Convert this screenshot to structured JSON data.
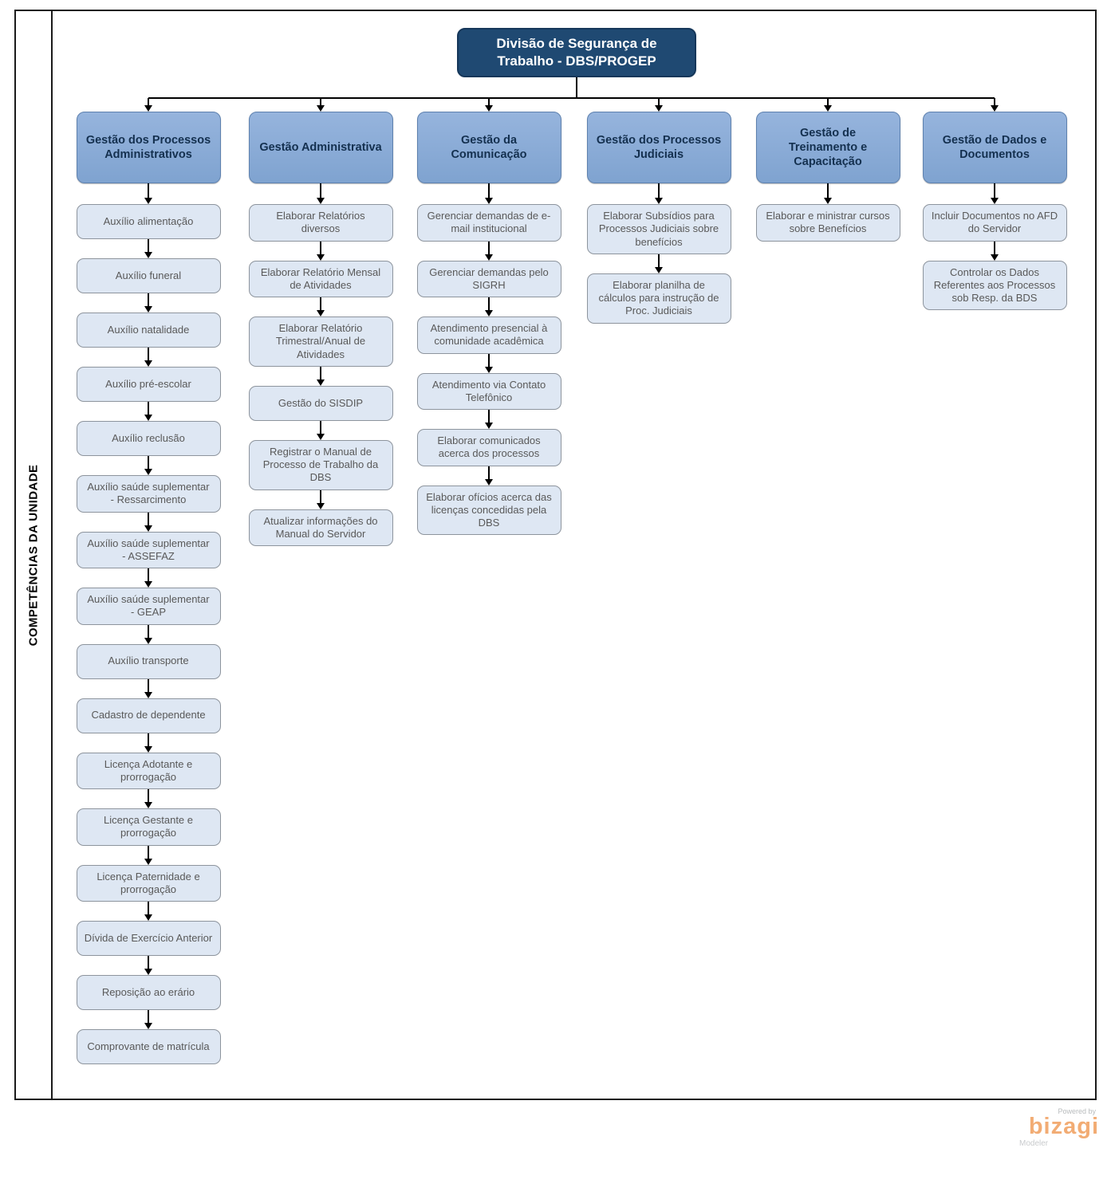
{
  "root": {
    "title": "Divisão de Segurança de Trabalho - DBS/PROGEP"
  },
  "lane": {
    "label": "COMPETÊNCIAS DA UNIDADE"
  },
  "colors": {
    "root_fill": "#1F4972",
    "header_fill": "#8CACD7",
    "task_fill": "#DEE7F3",
    "task_text": "#595959",
    "brand_orange": "#F2AC74"
  },
  "columns": [
    {
      "header": "Gestão dos Processos Administrativos",
      "tasks": [
        "Auxílio alimentação",
        "Auxílio funeral",
        "Auxílio natalidade",
        "Auxílio pré-escolar",
        "Auxílio reclusão",
        "Auxílio saúde suplementar - Ressarcimento",
        "Auxílio saúde suplementar - ASSEFAZ",
        "Auxílio saúde suplementar - GEAP",
        "Auxílio transporte",
        "Cadastro de dependente",
        "Licença Adotante e prorrogação",
        "Licença Gestante e prorrogação",
        "Licença Paternidade e prorrogação",
        "Dívida de Exercício Anterior",
        "Reposição ao erário",
        "Comprovante de matrícula"
      ]
    },
    {
      "header": "Gestão Administrativa",
      "tasks": [
        "Elaborar Relatórios diversos",
        "Elaborar Relatório Mensal de Atividades",
        "Elaborar Relatório Trimestral/Anual de Atividades",
        "Gestão do SISDIP",
        "Registrar o Manual de Processo de Trabalho da DBS",
        "Atualizar informações do Manual do Servidor"
      ]
    },
    {
      "header": "Gestão da Comunicação",
      "tasks": [
        "Gerenciar demandas de e-mail institucional",
        "Gerenciar demandas pelo SIGRH",
        "Atendimento presencial à comunidade acadêmica",
        "Atendimento via Contato Telefônico",
        "Elaborar comunicados acerca dos processos",
        "Elaborar ofícios acerca das licenças concedidas pela DBS"
      ]
    },
    {
      "header": "Gestão dos Processos Judiciais",
      "tasks": [
        "Elaborar Subsídios para Processos Judiciais sobre benefícios",
        "Elaborar planilha de cálculos para instrução de Proc. Judiciais"
      ]
    },
    {
      "header": "Gestão de Treinamento e Capacitação",
      "tasks": [
        "Elaborar e ministrar cursos sobre Benefícios"
      ]
    },
    {
      "header": "Gestão de Dados e Documentos",
      "tasks": [
        "Incluir Documentos no AFD do Servidor",
        "Controlar os Dados Referentes aos Processos sob Resp. da BDS"
      ]
    }
  ],
  "footer": {
    "powered_by": "Powered by",
    "brand": "bizagi",
    "product": "Modeler"
  }
}
